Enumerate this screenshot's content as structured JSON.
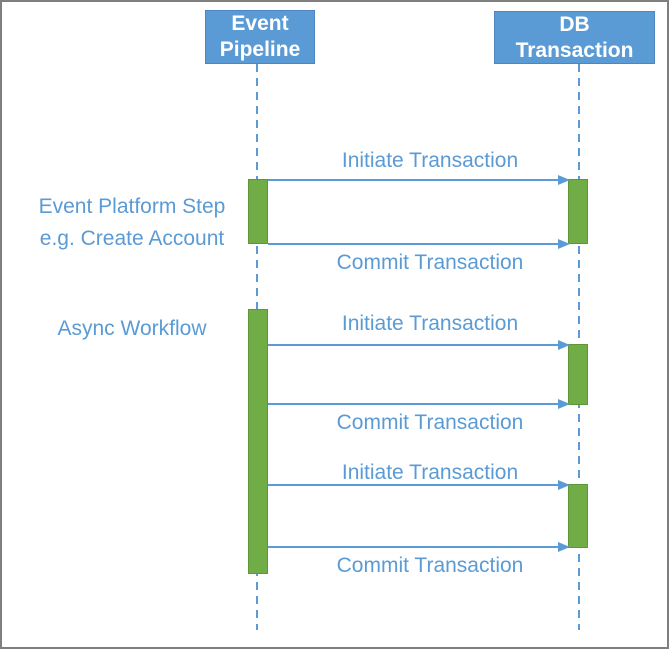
{
  "diagram": {
    "kind": "sequence-diagram",
    "participants": [
      {
        "id": "event-pipeline",
        "label": "Event\nPipeline"
      },
      {
        "id": "db-transaction",
        "label": "DB\nTransaction"
      }
    ],
    "annotations": [
      {
        "label": "Event Platform Step\ne.g. Create Account"
      },
      {
        "label": "Async Workflow"
      }
    ],
    "messages": [
      {
        "from": "Event Pipeline",
        "to": "DB Transaction",
        "label": "Initiate Transaction"
      },
      {
        "from": "Event Pipeline",
        "to": "DB Transaction",
        "label": "Commit Transaction"
      },
      {
        "from": "Event Pipeline",
        "to": "DB Transaction",
        "label": "Initiate Transaction"
      },
      {
        "from": "Event Pipeline",
        "to": "DB Transaction",
        "label": "Commit Transaction"
      },
      {
        "from": "Event Pipeline",
        "to": "DB Transaction",
        "label": "Initiate Transaction"
      },
      {
        "from": "Event Pipeline",
        "to": "DB Transaction",
        "label": "Commit Transaction"
      }
    ],
    "colors": {
      "participant_fill": "#5B9BD5",
      "participant_edge": "#4E87C0",
      "participant_text": "#FFFFFF",
      "lifeline": "#5B9BD5",
      "message": "#5B9BD5",
      "activation_fill": "#70AD47",
      "activation_edge": "#5E9638",
      "frame_border": "#7F7F7F"
    }
  }
}
